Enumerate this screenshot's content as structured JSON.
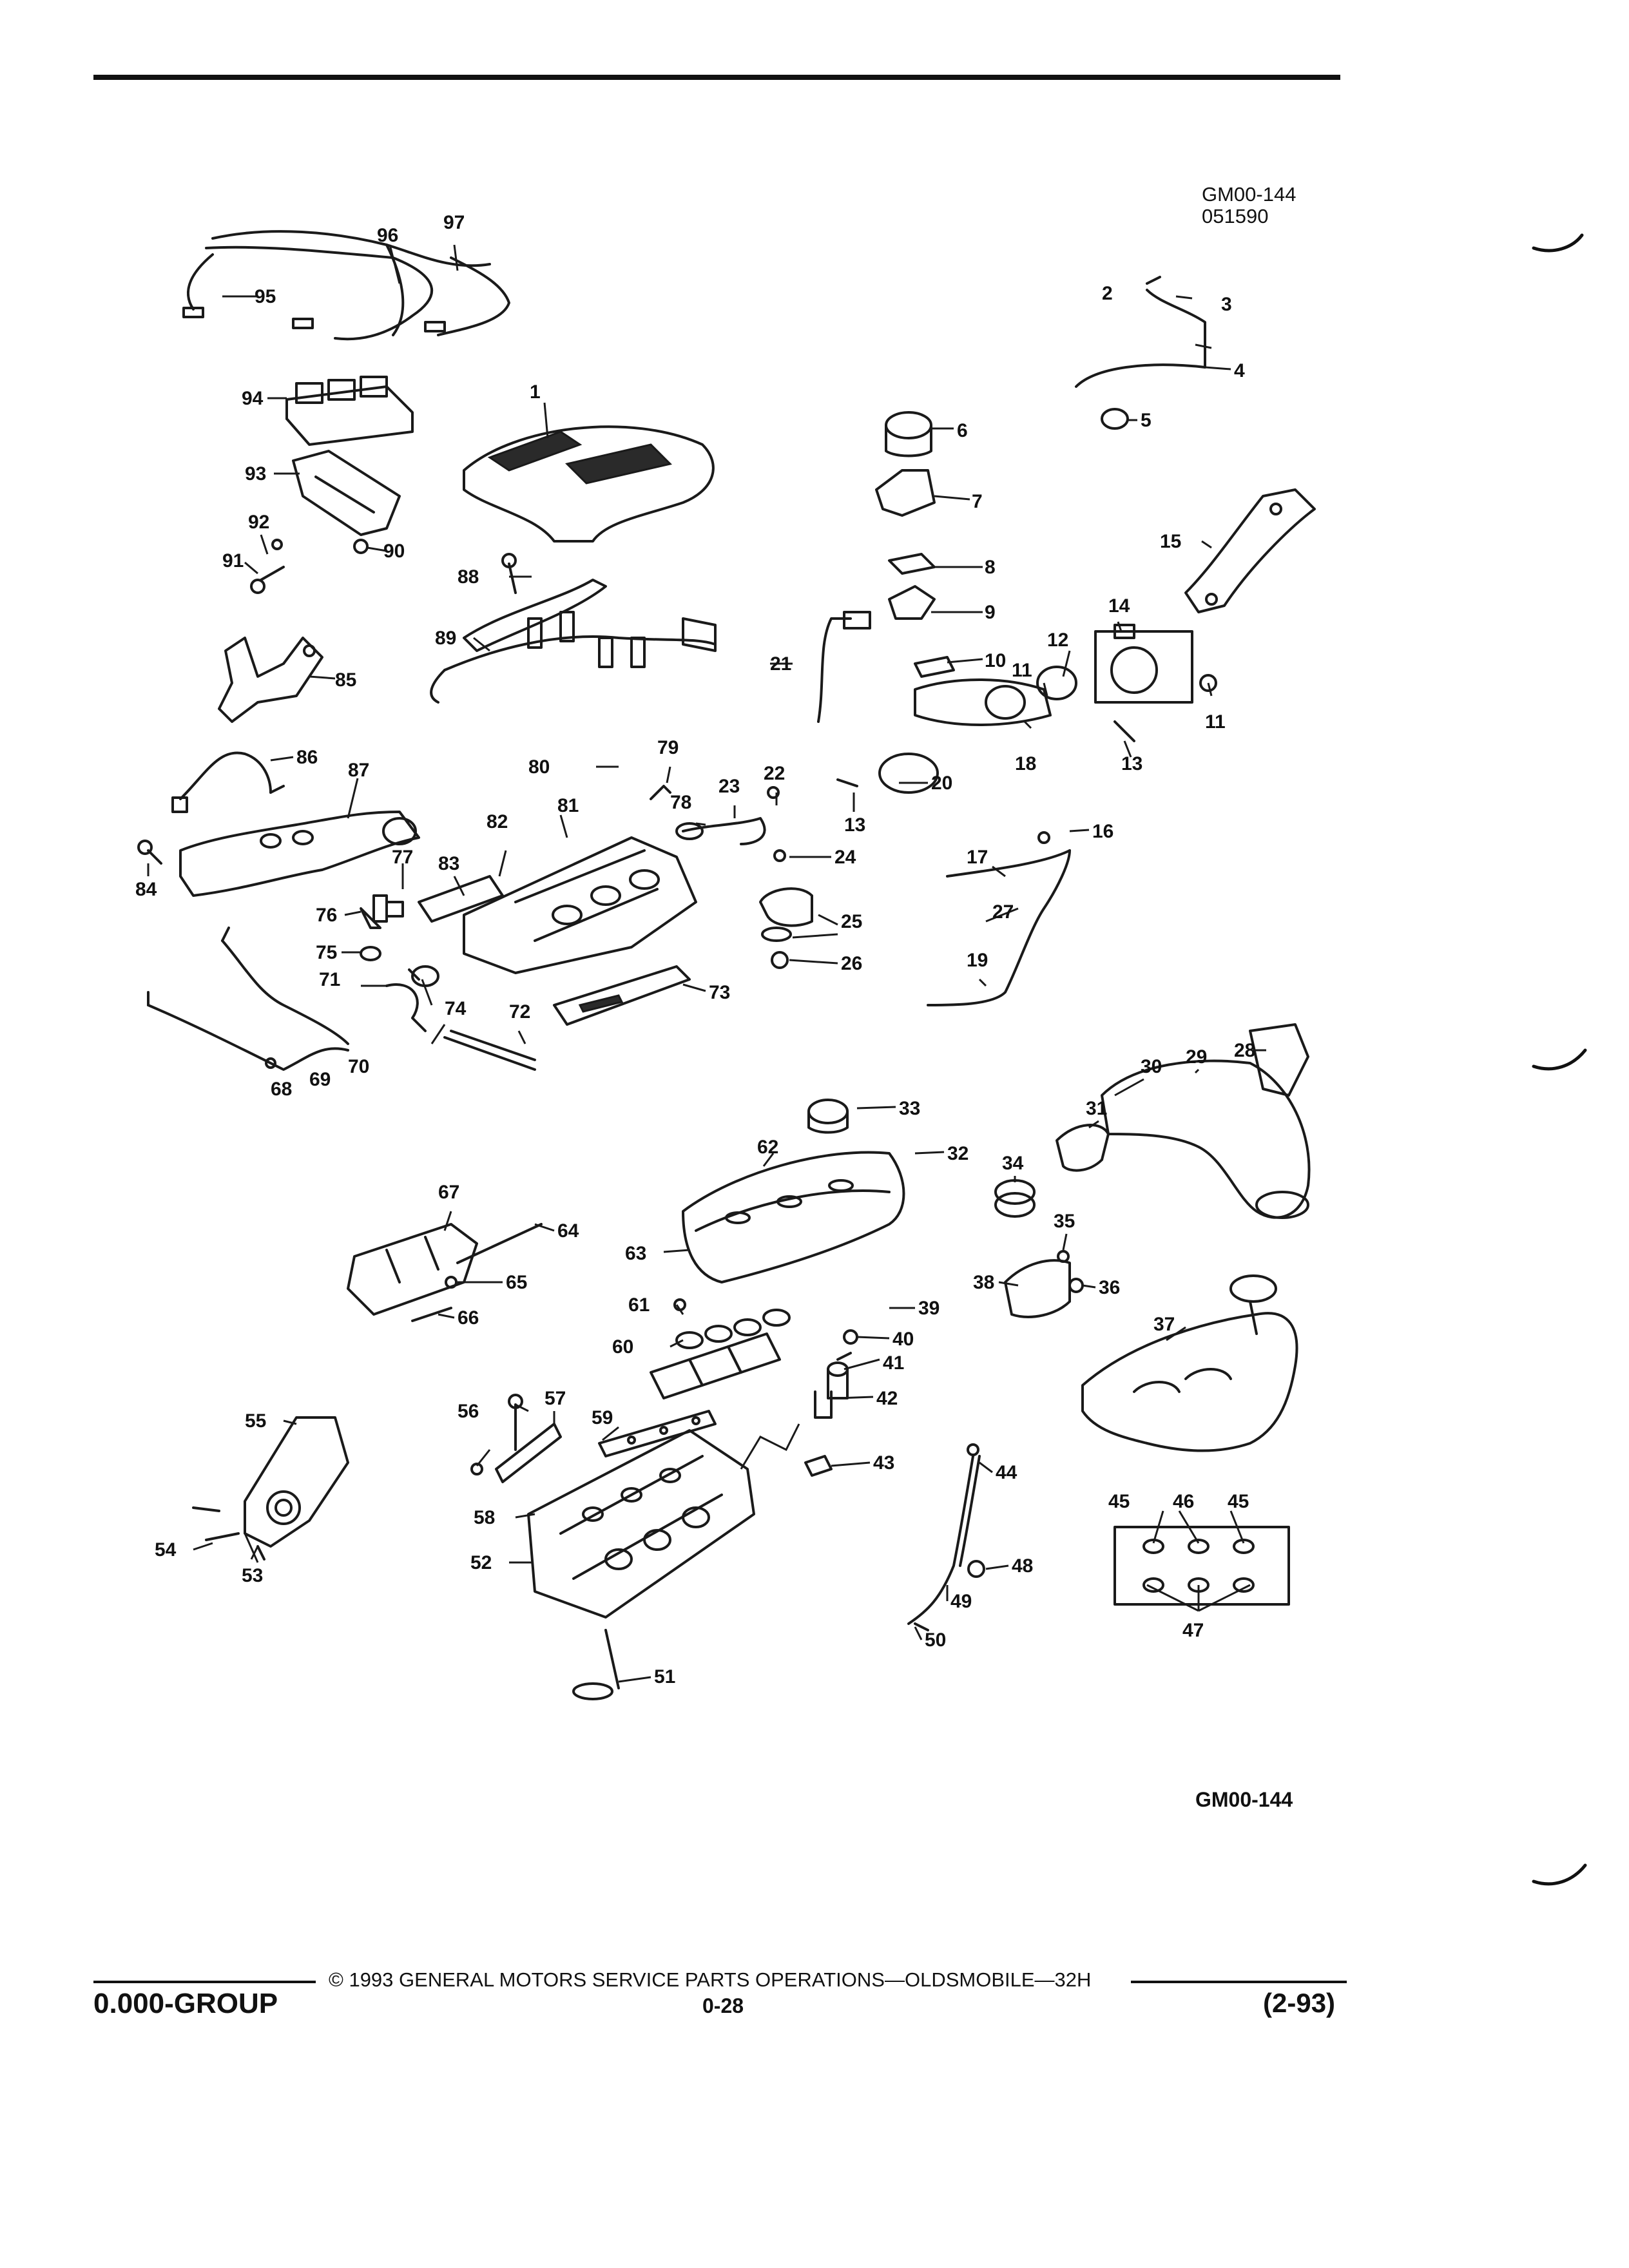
{
  "diagram": {
    "id_line1": "GM00-144",
    "id_line2": "051590",
    "bottom_id": "GM00-144",
    "callouts": {
      "c1": "1",
      "c2": "2",
      "c3": "3",
      "c4": "4",
      "c5": "5",
      "c6": "6",
      "c7": "7",
      "c8": "8",
      "c9": "9",
      "c10": "10",
      "c11a": "11",
      "c11b": "11",
      "c12": "12",
      "c13a": "13",
      "c13b": "13",
      "c14": "14",
      "c15": "15",
      "c16": "16",
      "c17": "17",
      "c18": "18",
      "c19": "19",
      "c20": "20",
      "c21": "21",
      "c22": "22",
      "c23": "23",
      "c24": "24",
      "c25": "25",
      "c26": "26",
      "c27": "27",
      "c28": "28",
      "c29": "29",
      "c30": "30",
      "c31": "31",
      "c32": "32",
      "c33": "33",
      "c34": "34",
      "c35": "35",
      "c36": "36",
      "c37": "37",
      "c38": "38",
      "c39": "39",
      "c40": "40",
      "c41": "41",
      "c42": "42",
      "c43": "43",
      "c44": "44",
      "c45a": "45",
      "c45b": "45",
      "c46": "46",
      "c47": "47",
      "c48": "48",
      "c49": "49",
      "c50": "50",
      "c51": "51",
      "c52": "52",
      "c53": "53",
      "c54": "54",
      "c55": "55",
      "c56": "56",
      "c57": "57",
      "c58": "58",
      "c59": "59",
      "c60": "60",
      "c61": "61",
      "c62": "62",
      "c63": "63",
      "c64": "64",
      "c65": "65",
      "c66": "66",
      "c67": "67",
      "c68": "68",
      "c69": "69",
      "c70": "70",
      "c71": "71",
      "c72": "72",
      "c73": "73",
      "c74": "74",
      "c75": "75",
      "c76": "76",
      "c77": "77",
      "c78": "78",
      "c79": "79",
      "c80": "80",
      "c81": "81",
      "c82": "82",
      "c83": "83",
      "c84": "84",
      "c85": "85",
      "c86": "86",
      "c87": "87",
      "c88": "88",
      "c89": "89",
      "c90": "90",
      "c91": "91",
      "c92": "92",
      "c93": "93",
      "c94": "94",
      "c95": "95",
      "c96": "96",
      "c97": "97"
    }
  },
  "footer": {
    "copyright": "© 1993 GENERAL MOTORS SERVICE PARTS OPERATIONS—OLDSMOBILE—32H",
    "group": "0.000-GROUP",
    "page": "0-28",
    "date": "(2-93)"
  }
}
